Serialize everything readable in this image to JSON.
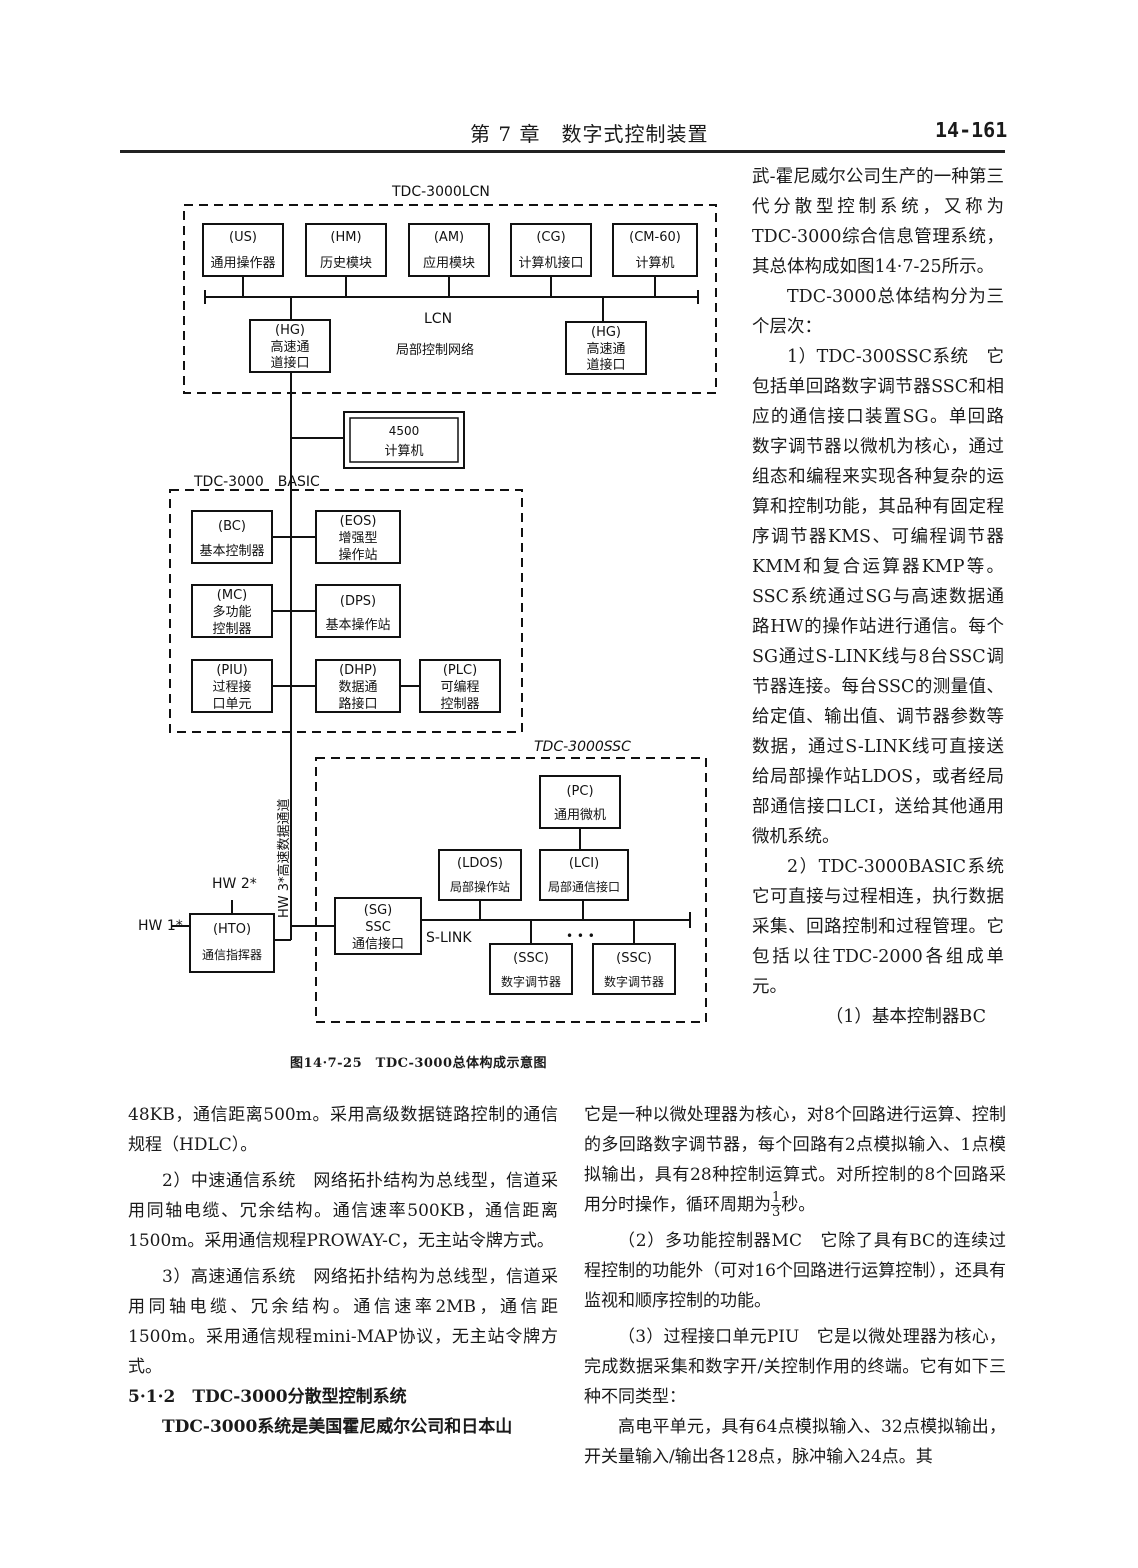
{
  "header": {
    "title": "第 7 章　数字式控制装置",
    "page_number": "14-161"
  },
  "diagram": {
    "lcn_title": "TDC-3000LCN",
    "lcn_modules": [
      {
        "code": "(US)",
        "name": "通用操作器"
      },
      {
        "code": "(HM)",
        "name": "历史模块"
      },
      {
        "code": "(AM)",
        "name": "应用模块"
      },
      {
        "code": "(CG)",
        "name": "计算机接口"
      },
      {
        "code": "(CM-60)",
        "name": "计算机"
      }
    ],
    "lcn_bus_label": "LCN",
    "lcn_net_label": "局部控制网络",
    "hg_left": {
      "code": "(HG)",
      "line1": "高速通",
      "line2": "道接口"
    },
    "hg_right": {
      "code": "(HG)",
      "line1": "高速通",
      "line2": "道接口"
    },
    "computer_4500": {
      "line1": "4500",
      "line2": "计算机"
    },
    "basic_title": "TDC-3000　BASIC",
    "basic_modules": {
      "bc": {
        "code": "(BC)",
        "line1": "基本控制器"
      },
      "eos": {
        "code": "(EOS)",
        "line1": "增强型",
        "line2": "操作站"
      },
      "mc": {
        "code": "(MC)",
        "line1": "多功能",
        "line2": "控制器"
      },
      "dps": {
        "code": "(DPS)",
        "line1": "基本操作站"
      },
      "piu": {
        "code": "(PIU)",
        "line1": "过程接",
        "line2": "口单元"
      },
      "dhp": {
        "code": "(DHP)",
        "line1": "数据通",
        "line2": "路接口"
      },
      "plc": {
        "code": "(PLC)",
        "line1": "可编程",
        "line2": "控制器"
      }
    },
    "ssc_title": "TDC-3000SSC",
    "ssc_modules": {
      "pc": {
        "code": "(PC)",
        "line1": "通用微机"
      },
      "ldos": {
        "code": "(LDOS)",
        "line1": "局部操作站"
      },
      "lci": {
        "code": "(LCI)",
        "line1": "局部通信接口"
      },
      "sg": {
        "code": "(SG)",
        "line1": "SSC",
        "line2": "通信接口"
      },
      "ssc1": {
        "code": "(SSC)",
        "line1": "数字调节器"
      },
      "ssc2": {
        "code": "(SSC)",
        "line1": "数字调节器"
      }
    },
    "slink_label": "S-LINK",
    "slink_dots": "• • •",
    "hto": {
      "code": "(HTO)",
      "line1": "通信指挥器"
    },
    "hw1": "HW 1*",
    "hw2": "HW 2*",
    "hw3": "HW 3*高速数据通道"
  },
  "caption": "图14·7-25　TDC-3000总体构成示意图",
  "right_column": {
    "p1": "武-霍尼威尔公司生产的一种第三代分散型控制系统，又称为TDC-3000综合信息管理系统，其总体构成如图14·7-25所示。",
    "p2": "TDC-3000总体结构分为三个层次：",
    "p3": "1）TDC-300SSC系统　它包括单回路数字调节器SSC和相应的通信接口装置SG。单回路数字调节器以微机为核心，通过组态和编程来实现各种复杂的运算和控制功能，其品种有固定程序调节器KMS、可编程调节器KMM和复合运算器KMP等。SSC系统通过SG与高速数据通路HW的操作站进行通信。每个SG通过S-LINK线与8台SSC调节器连接。每台SSC的测量值、给定值、输出值、调节器参数等数据，通过S-LINK线可直接送给局部操作站LDOS，或者经局部通信接口LCI，送给其他通用微机系统。",
    "p4": "2）TDC-3000BASIC系统　它可直接与过程相连，执行数据采集、回路控制和过程管理。它包括以往TDC-2000各组成单元。",
    "p5": "（1）基本控制器BC"
  },
  "bottom_left": {
    "p1": "48KB，通信距离500m。采用高级数据链路控制的通信规程（HDLC）。",
    "p2": "2）中速通信系统　网络拓扑结构为总线型，信道采用同轴电缆、冗余结构。通信速率500KB，通信距离1500m。采用通信规程PROWAY-C，无主站令牌方式。",
    "p3": "3）高速通信系统　网络拓扑结构为总线型，信道采用同轴电缆、冗余结构。通信速率2MB，通信距1500m。采用通信规程mini-MAP协议，无主站令牌方式。",
    "p4": "5·1·2　TDC-3000分散型控制系统",
    "p5": "TDC-3000系统是美国霍尼威尔公司和日本山"
  },
  "bottom_right": {
    "p1_a": "它是一种以微处理器为核心，对8个回路进行运算、控制的多回路数字调节器，每个回路有2点模拟输入、1点模拟输出，具有28种控制运算式。对所控制的8个回路采用分时操作，循环周期为",
    "p1_num": "1",
    "p1_den": "3",
    "p1_b": "秒。",
    "p2": "（2）多功能控制器MC　它除了具有BC的连续过程控制的功能外（可对16个回路进行运算控制），还具有监视和顺序控制的功能。",
    "p3": "（3）过程接口单元PIU　它是以微处理器为核心，完成数据采集和数字开/关控制作用的终端。它有如下三种不同类型：",
    "p4": "高电平单元，具有64点模拟输入、32点模拟输出，开关量输入/输出各128点，脉冲输入24点。其"
  }
}
